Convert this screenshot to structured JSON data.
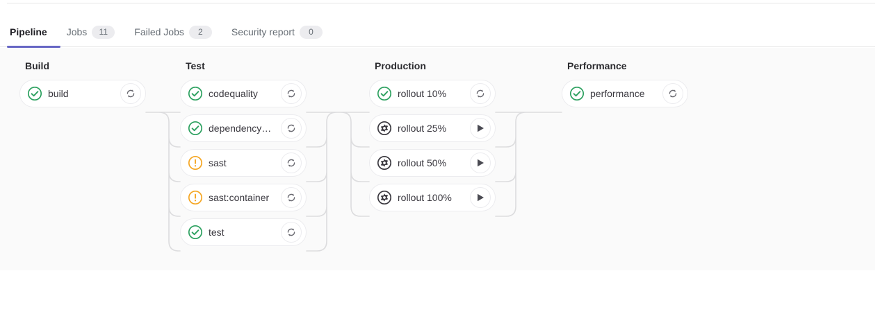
{
  "tabs": [
    {
      "label": "Pipeline",
      "count": null,
      "active": true
    },
    {
      "label": "Jobs",
      "count": "11",
      "active": false
    },
    {
      "label": "Failed Jobs",
      "count": "2",
      "active": false
    },
    {
      "label": "Security report",
      "count": "0",
      "active": false
    }
  ],
  "colors": {
    "accent": "#6666c4",
    "success": "#2da160",
    "warning": "#f5a623",
    "manual": "#3a383f",
    "panel_bg": "#fafafa",
    "card_bg": "#ffffff",
    "border": "#ececef",
    "link": "#dcdcde"
  },
  "stages": [
    {
      "name": "Build",
      "jobs": [
        {
          "name": "build",
          "status": "success",
          "status_icon": "status-success-icon",
          "action": "retry",
          "action_icon": "retry-icon"
        }
      ]
    },
    {
      "name": "Test",
      "jobs": [
        {
          "name": "codequality",
          "status": "success",
          "status_icon": "status-success-icon",
          "action": "retry",
          "action_icon": "retry-icon"
        },
        {
          "name": "dependency_s…",
          "status": "success",
          "status_icon": "status-success-icon",
          "action": "retry",
          "action_icon": "retry-icon"
        },
        {
          "name": "sast",
          "status": "warning",
          "status_icon": "status-warning-icon",
          "action": "retry",
          "action_icon": "retry-icon"
        },
        {
          "name": "sast:container",
          "status": "warning",
          "status_icon": "status-warning-icon",
          "action": "retry",
          "action_icon": "retry-icon"
        },
        {
          "name": "test",
          "status": "success",
          "status_icon": "status-success-icon",
          "action": "retry",
          "action_icon": "retry-icon"
        }
      ]
    },
    {
      "name": "Production",
      "jobs": [
        {
          "name": "rollout 10%",
          "status": "success",
          "status_icon": "status-success-icon",
          "action": "retry",
          "action_icon": "retry-icon"
        },
        {
          "name": "rollout 25%",
          "status": "manual",
          "status_icon": "status-manual-icon",
          "action": "play",
          "action_icon": "play-icon"
        },
        {
          "name": "rollout 50%",
          "status": "manual",
          "status_icon": "status-manual-icon",
          "action": "play",
          "action_icon": "play-icon"
        },
        {
          "name": "rollout 100%",
          "status": "manual",
          "status_icon": "status-manual-icon",
          "action": "play",
          "action_icon": "play-icon"
        }
      ]
    },
    {
      "name": "Performance",
      "jobs": [
        {
          "name": "performance",
          "status": "success",
          "status_icon": "status-success-icon",
          "action": "retry",
          "action_icon": "retry-icon"
        }
      ]
    }
  ]
}
